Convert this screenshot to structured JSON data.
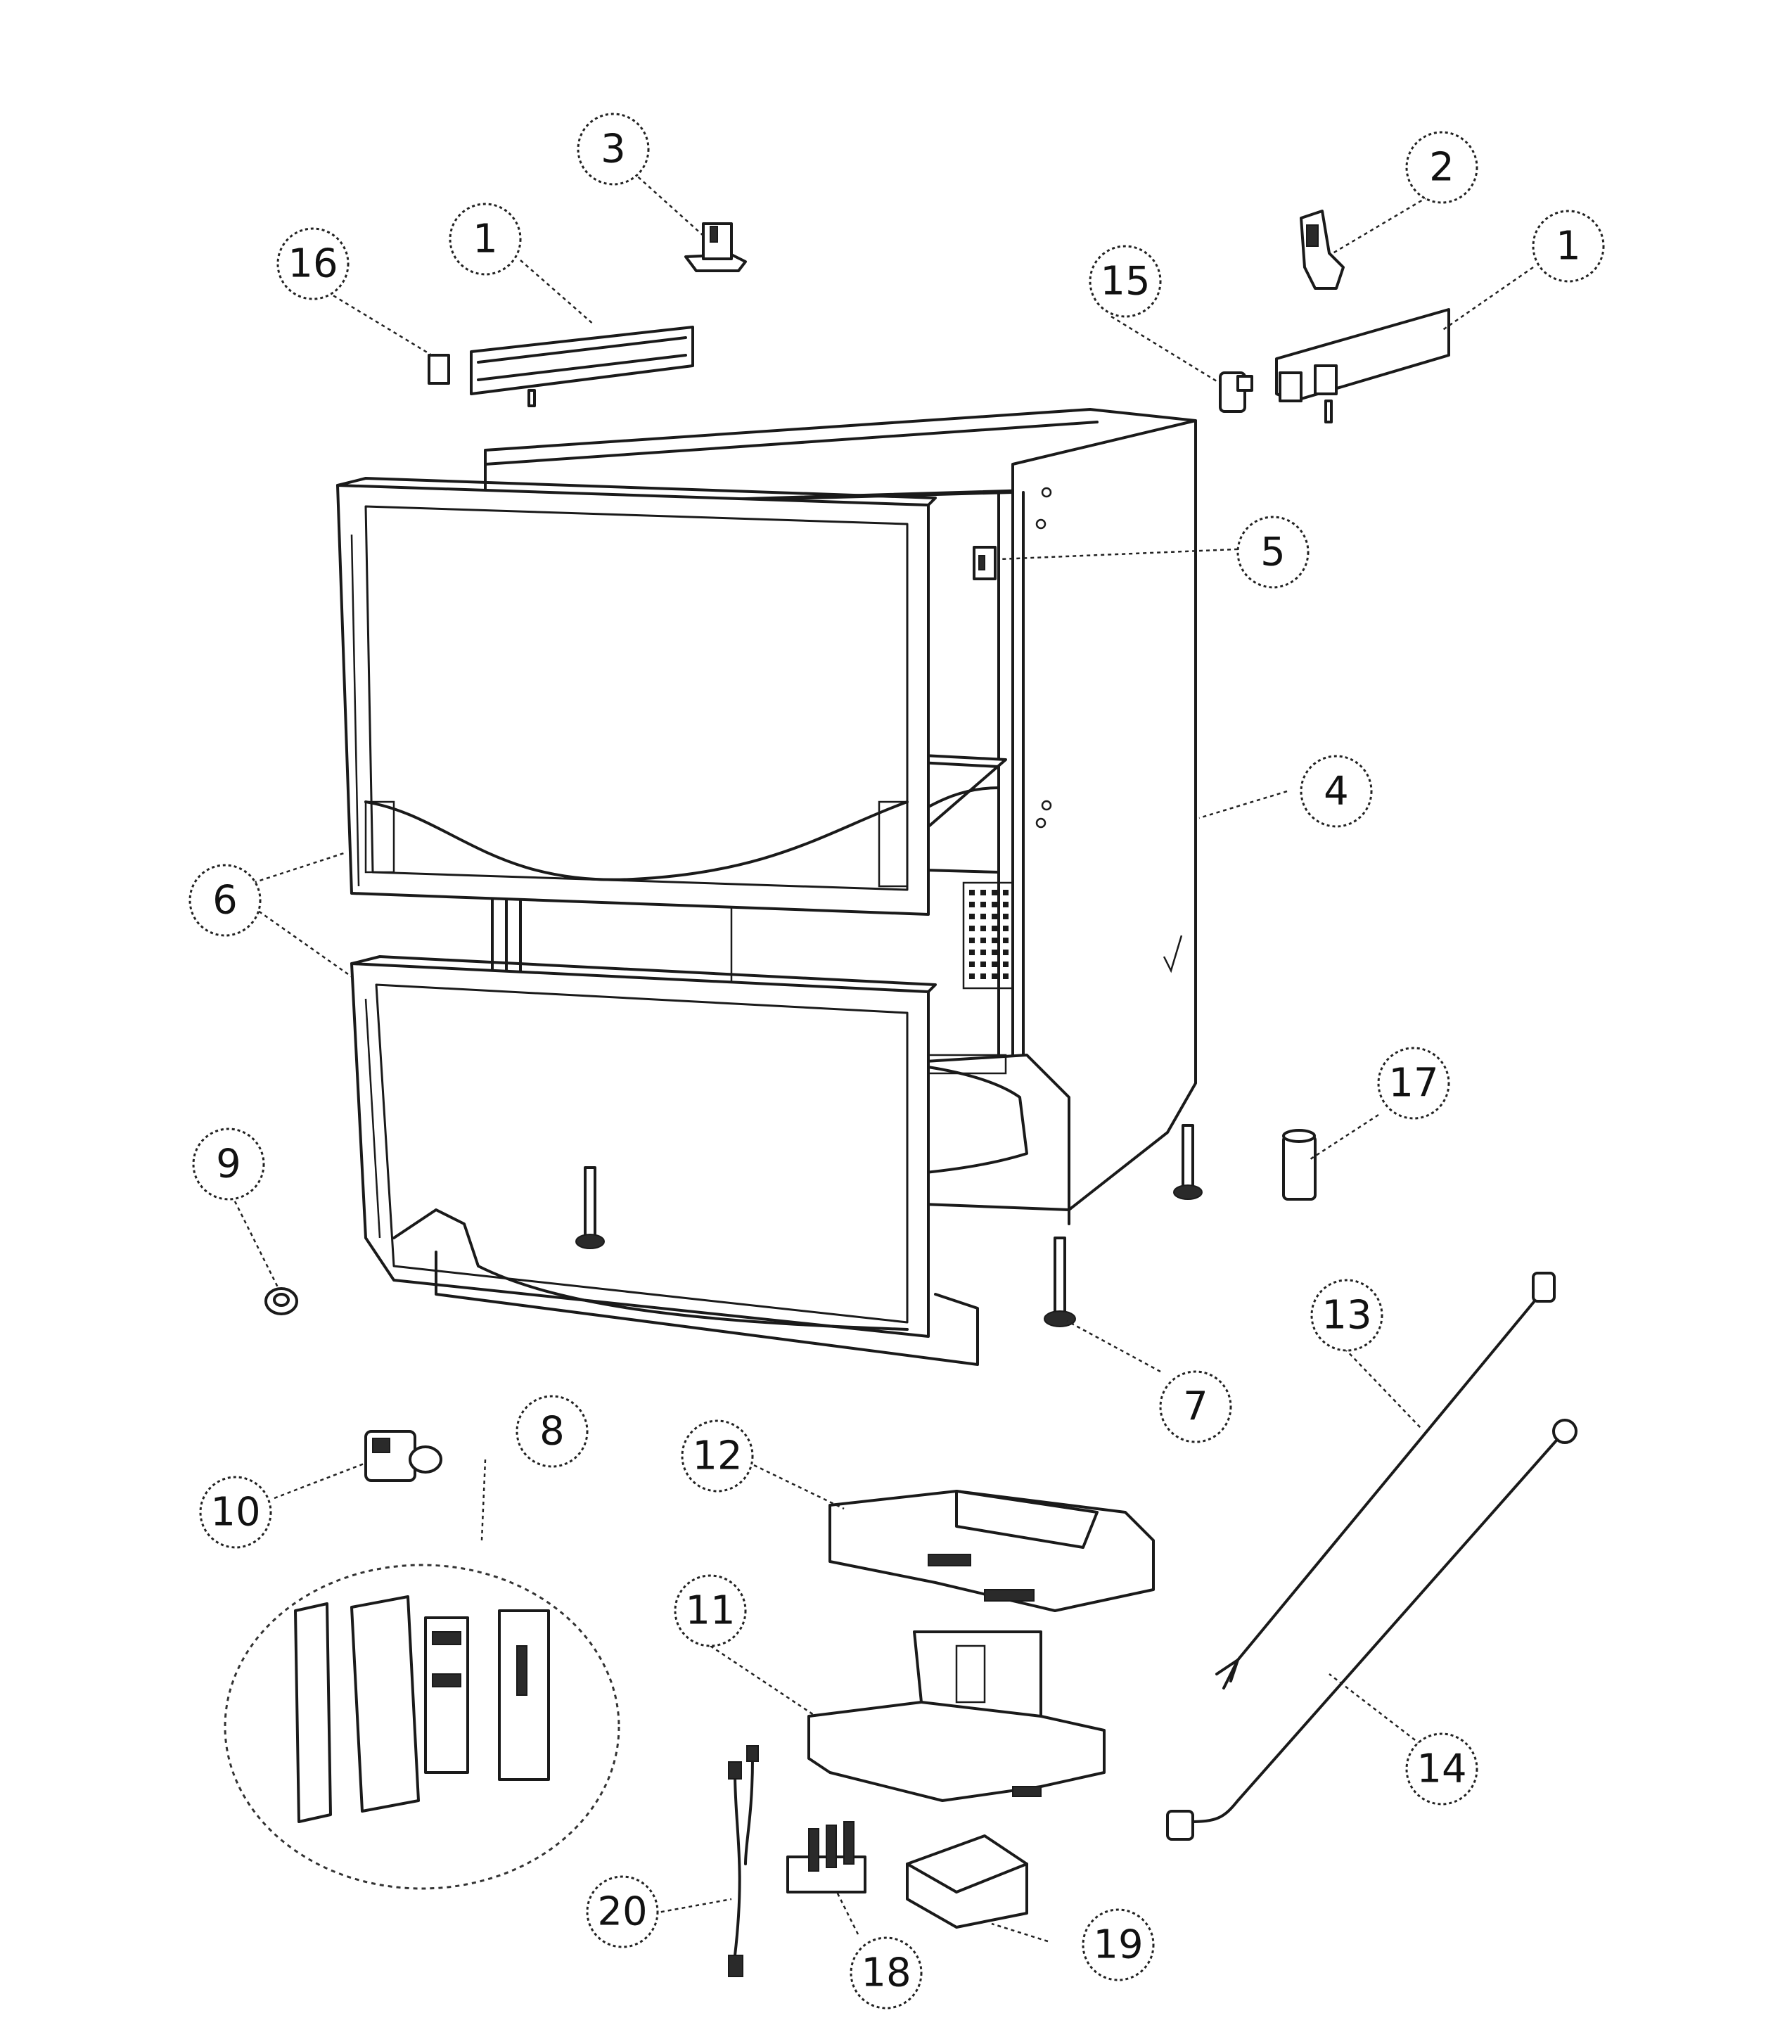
{
  "callouts": [
    {
      "id": "callout-1-left",
      "label": "1"
    },
    {
      "id": "callout-1-right",
      "label": "1"
    },
    {
      "id": "callout-2",
      "label": "2"
    },
    {
      "id": "callout-3",
      "label": "3"
    },
    {
      "id": "callout-4",
      "label": "4"
    },
    {
      "id": "callout-5",
      "label": "5"
    },
    {
      "id": "callout-6",
      "label": "6"
    },
    {
      "id": "callout-7",
      "label": "7"
    },
    {
      "id": "callout-8",
      "label": "8"
    },
    {
      "id": "callout-9",
      "label": "9"
    },
    {
      "id": "callout-10",
      "label": "10"
    },
    {
      "id": "callout-11",
      "label": "11"
    },
    {
      "id": "callout-12",
      "label": "12"
    },
    {
      "id": "callout-13",
      "label": "13"
    },
    {
      "id": "callout-14",
      "label": "14"
    },
    {
      "id": "callout-15",
      "label": "15"
    },
    {
      "id": "callout-16",
      "label": "16"
    },
    {
      "id": "callout-17",
      "label": "17"
    },
    {
      "id": "callout-18",
      "label": "18"
    },
    {
      "id": "callout-19",
      "label": "19"
    },
    {
      "id": "callout-20",
      "label": "20"
    }
  ]
}
